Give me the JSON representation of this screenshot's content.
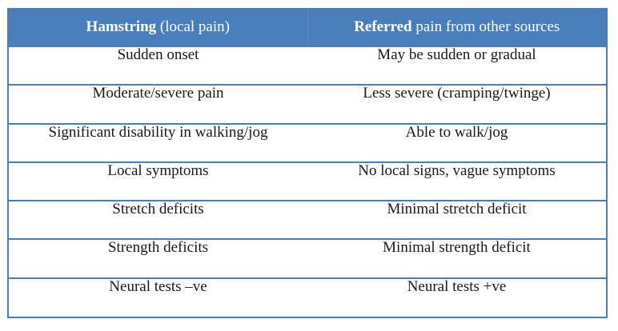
{
  "table": {
    "header": {
      "columns": [
        {
          "strong": "Hamstring",
          "rest": " (local pain)"
        },
        {
          "strong": "Referred",
          "rest": " pain from other sources"
        }
      ]
    },
    "rows": [
      {
        "hamstring": "Sudden onset",
        "referred": "May be sudden or gradual"
      },
      {
        "hamstring": "Moderate/severe pain",
        "referred": "Less severe (cramping/twinge)"
      },
      {
        "hamstring": "Significant disability in walking/jog",
        "referred": "Able to walk/jog"
      },
      {
        "hamstring": "Local symptoms",
        "referred": "No local signs, vague symptoms"
      },
      {
        "hamstring": "Stretch deficits",
        "referred": "Minimal stretch deficit"
      },
      {
        "hamstring": "Strength deficits",
        "referred": "Minimal strength deficit"
      },
      {
        "hamstring": "Neural tests –ve",
        "referred": "Neural tests +ve"
      }
    ]
  },
  "colors": {
    "header_background": "#4a7ebb",
    "border": "#4a7ebb",
    "header_text": "#ffffff",
    "body_text": "#1a1a1a",
    "page_background": "#ffffff"
  }
}
